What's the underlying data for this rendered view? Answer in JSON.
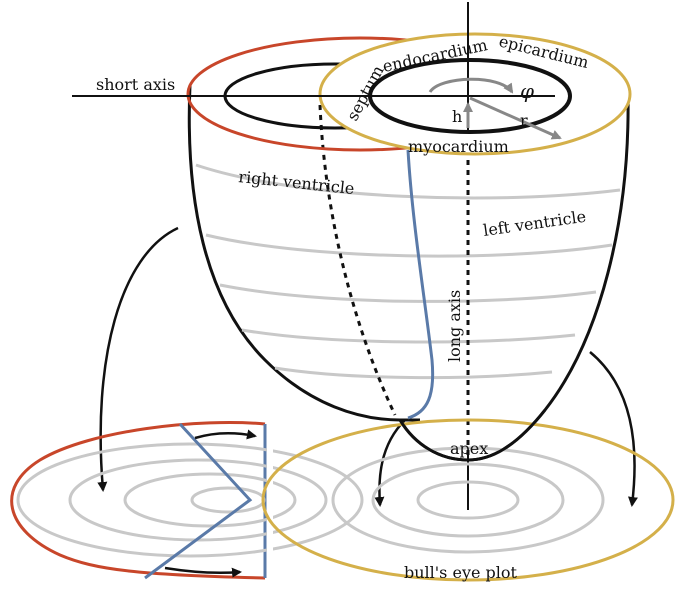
{
  "diagram": {
    "labels": {
      "short_axis": "short axis",
      "long_axis": "long axis",
      "endocardium": "endocardium",
      "epicardium": "epicardium",
      "septum": "septum",
      "myocardium": "myocardium",
      "phi": "φ",
      "h": "h",
      "r": "r",
      "right_ventricle": "right ventricle",
      "left_ventricle": "left ventricle",
      "apex": "apex",
      "bulls_eye": "bull's eye plot"
    },
    "colors": {
      "right_ventricle_edge": "#c8462a",
      "left_ventricle_ring": "#d4b04a",
      "septum_line": "#5a7aa8",
      "contour": "#c8c8c8",
      "arrow": "#888888",
      "ink": "#111111"
    }
  }
}
